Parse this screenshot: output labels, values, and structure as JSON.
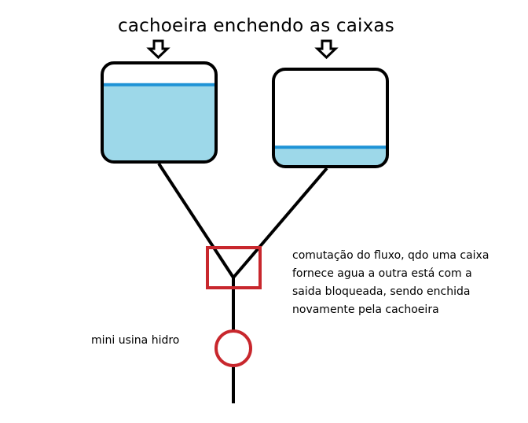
{
  "title": "cachoeira enchendo as caixas",
  "note": {
    "lines": [
      "comutação do fluxo,  qdo uma caixa",
      "fornece agua a outra está com a",
      "saida bloqueada, sendo enchida",
      "novamente pela cachoeira"
    ]
  },
  "turbine_label": "mini usina hidro",
  "tanks": {
    "left": {
      "fill_level": 0.78
    },
    "right": {
      "fill_level": 0.2
    }
  },
  "colors": {
    "background": "#ffffff",
    "outline": "#000000",
    "water": "#9dd8e9",
    "water_line": "#1e93d6",
    "switch": "#c8272d",
    "turbine": "#c8272d"
  },
  "icons": {
    "inflow_arrows": "down-arrow-icon",
    "switch": "square-outline",
    "turbine": "circle-outline"
  }
}
